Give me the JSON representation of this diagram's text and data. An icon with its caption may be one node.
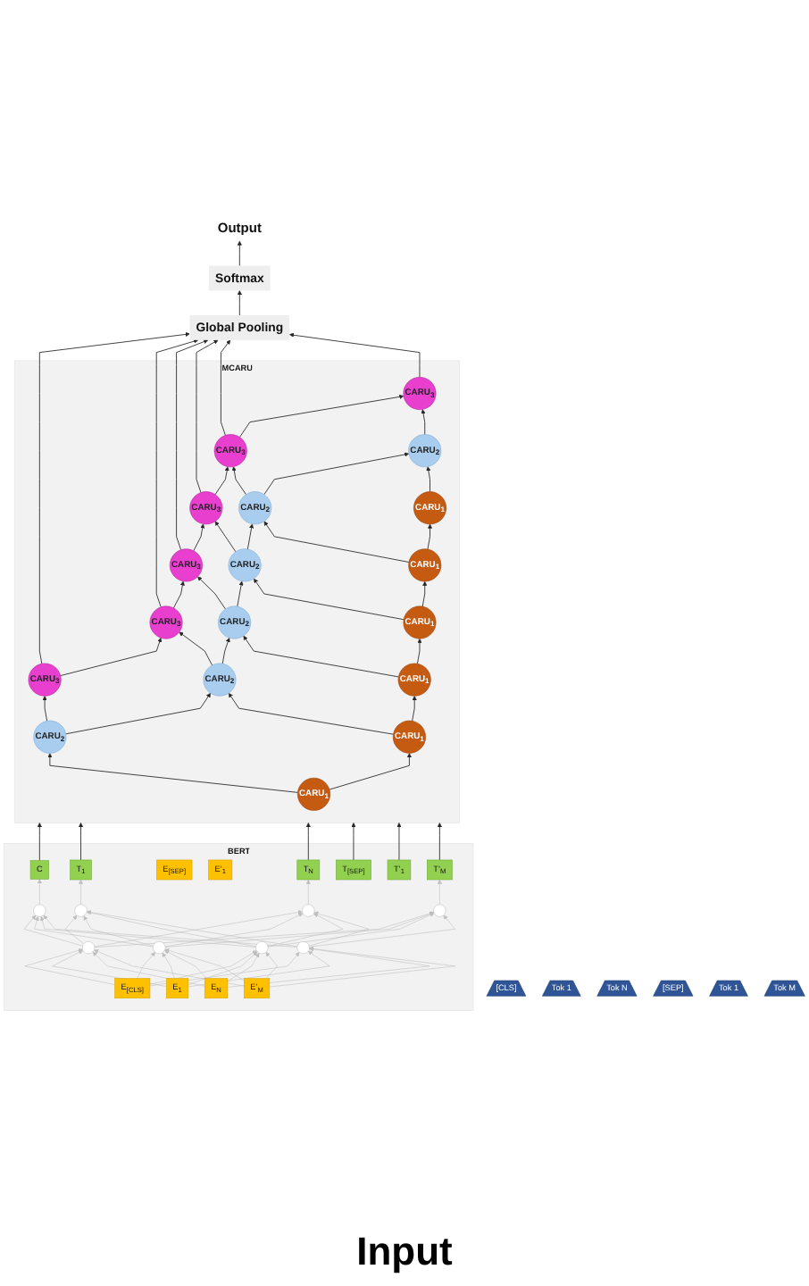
{
  "diagram": {
    "nodes": [
      {
        "text": [
          "Output"
        ]
      },
      {
        "text": [
          "Softmax"
        ]
      },
      {
        "text": [
          "Global Pooling"
        ]
      },
      {
        "text": [
          "MCARU"
        ]
      },
      {
        "text": [
          "CARU$_{3}$"
        ],
        "in": 3
      },
      {
        "text": [
          "CARU$_{3}$"
        ],
        "in": 3
      },
      {
        "text": [
          "CARU$_{3}$"
        ],
        "in": 3
      },
      {
        "text": [
          "CARU$_{3}$"
        ],
        "in": 3
      },
      {
        "text": [
          "CARU$_{3}$"
        ],
        "in": 3
      },
      {
        "text": [
          "CARU$_{3}$"
        ],
        "in": 3
      },
      {
        "text": [
          "CARU$_{2}$"
        ],
        "in": 3
      },
      {
        "text": [
          "CARU$_{2}$"
        ],
        "in": 3
      },
      {
        "text": [
          "CARU$_{2}$"
        ],
        "in": 3
      },
      {
        "text": [
          "CARU$_{2}$"
        ],
        "in": 3
      },
      {
        "text": [
          "CARU$_{2}$"
        ],
        "in": 3
      },
      {
        "text": [
          "CARU$_{2}$"
        ],
        "in": 3
      },
      {
        "text": [
          "CARU$_{1}$"
        ],
        "in": 3
      },
      {
        "text": [
          "CARU$_{1}$"
        ],
        "in": 3
      },
      {
        "text": [
          "CARU$_{1}$"
        ],
        "in": 3
      },
      {
        "text": [
          "CARU$_{1}$"
        ],
        "in": 3
      },
      {
        "text": [
          "CARU$_{1}$"
        ],
        "in": 3
      },
      {
        "text": [
          "CARU$_{1}$"
        ],
        "in": 3
      },
      {
        "text": [
          "BERT"
        ]
      },
      {
        "text": [
          "C"
        ],
        "in": 22
      },
      {
        "text": [
          "T$_{1}$"
        ],
        "in": 22
      },
      {
        "text": [
          "T$_{N}$"
        ],
        "in": 22
      },
      {
        "text": [
          "T$_{[SEP]}$"
        ],
        "in": 22
      },
      {
        "text": [
          "T’$_{1}$"
        ],
        "in": 22
      },
      {
        "text": [
          "T’$_{M}$"
        ],
        "in": 22
      },
      {
        "text": [],
        "shape": "circle",
        "in": 22
      },
      {
        "text": [],
        "shape": "circle",
        "in": 22
      },
      {
        "text": [],
        "shape": "circle",
        "in": 22
      },
      {
        "text": [],
        "shape": "circle",
        "in": 22
      },
      {
        "text": [],
        "shape": "circle",
        "in": 22
      },
      {
        "text": [],
        "shape": "circle",
        "in": 22
      },
      {
        "text": [],
        "shape": "circle",
        "in": 22
      },
      {
        "text": [],
        "shape": "circle",
        "in": 22
      },
      {
        "text": [
          "E$_{[CLS]}$"
        ],
        "in": 22
      },
      {
        "text": [
          "E$_{1}$"
        ],
        "in": 22
      },
      {
        "text": [
          "E$_{N}$"
        ],
        "in": 22
      },
      {
        "text": [
          "E$_{[SEP]}$"
        ],
        "in": 22
      },
      {
        "text": [
          "E’$_{1}$"
        ],
        "in": 22
      },
      {
        "text": [
          "E’$_{M}$"
        ],
        "in": 22
      },
      {
        "text": [
          "[CLS]"
        ]
      },
      {
        "text": [
          "Tok 1"
        ]
      },
      {
        "text": [
          "Tok N"
        ]
      },
      {
        "text": [
          "[SEP]"
        ]
      },
      {
        "text": [
          "Tok 1"
        ]
      },
      {
        "text": [
          "Tok M"
        ]
      }
    ],
    "edges": [
      {
        "from": 1,
        "to": 0,
        "arrow": "to"
      },
      {
        "from": 2,
        "to": 1,
        "arrow": "to"
      },
      {
        "from": 4,
        "to": 2,
        "arrow": "to"
      },
      {
        "from": 5,
        "to": 2,
        "arrow": "to"
      },
      {
        "from": 6,
        "to": 2,
        "arrow": "to"
      },
      {
        "from": 7,
        "to": 2,
        "arrow": "to"
      },
      {
        "from": 8,
        "to": 2,
        "arrow": "to"
      },
      {
        "from": 9,
        "to": 2,
        "arrow": "to"
      },
      {
        "from": 4,
        "to": 5,
        "arrow": "to"
      },
      {
        "from": 5,
        "to": 6,
        "arrow": "to"
      },
      {
        "from": 6,
        "to": 7,
        "arrow": "to"
      },
      {
        "from": 7,
        "to": 8,
        "arrow": "to"
      },
      {
        "from": 8,
        "to": 9,
        "arrow": "to"
      },
      {
        "from": 10,
        "to": 11,
        "arrow": "to"
      },
      {
        "from": 11,
        "to": 12,
        "arrow": "to"
      },
      {
        "from": 12,
        "to": 13,
        "arrow": "to"
      },
      {
        "from": 13,
        "to": 14,
        "arrow": "to"
      },
      {
        "from": 14,
        "to": 15,
        "arrow": "to"
      },
      {
        "from": 16,
        "to": 17,
        "arrow": "to"
      },
      {
        "from": 17,
        "to": 18,
        "arrow": "to"
      },
      {
        "from": 18,
        "to": 19,
        "arrow": "to"
      },
      {
        "from": 19,
        "to": 20,
        "arrow": "to"
      },
      {
        "from": 20,
        "to": 21,
        "arrow": "to"
      },
      {
        "from": 10,
        "to": 4,
        "arrow": "to"
      },
      {
        "from": 11,
        "to": 5,
        "arrow": "to"
      },
      {
        "from": 12,
        "to": 6,
        "arrow": "to"
      },
      {
        "from": 13,
        "to": 7,
        "arrow": "to"
      },
      {
        "from": 14,
        "to": 8,
        "arrow": "to"
      },
      {
        "from": 15,
        "to": 9,
        "arrow": "to"
      },
      {
        "from": 16,
        "to": 10,
        "arrow": "to"
      },
      {
        "from": 17,
        "to": 11,
        "arrow": "to"
      },
      {
        "from": 18,
        "to": 12,
        "arrow": "to"
      },
      {
        "from": 19,
        "to": 13,
        "arrow": "to"
      },
      {
        "from": 20,
        "to": 14,
        "arrow": "to"
      },
      {
        "from": 21,
        "to": 15,
        "arrow": "to"
      },
      {
        "from": 23,
        "to": 3,
        "arrow": "to"
      },
      {
        "from": 24,
        "to": 3,
        "arrow": "to"
      },
      {
        "from": 25,
        "to": 3,
        "arrow": "to"
      },
      {
        "from": 26,
        "to": 3,
        "arrow": "to"
      },
      {
        "from": 27,
        "to": 3,
        "arrow": "to"
      },
      {
        "from": 28,
        "to": 3,
        "arrow": "to"
      },
      {
        "from": 29,
        "to": 23,
        "arrow": "to",
        "color": "#bfbfbf"
      },
      {
        "from": 30,
        "to": 24,
        "arrow": "to",
        "color": "#bfbfbf"
      },
      {
        "from": 31,
        "to": 25,
        "arrow": "to",
        "color": "#bfbfbf"
      },
      {
        "from": 32,
        "to": 28,
        "arrow": "to",
        "color": "#bfbfbf"
      },
      {
        "from": 33,
        "to": 29,
        "arrow": "to",
        "color": "#bfbfbf"
      },
      {
        "from": 33,
        "to": 30,
        "arrow": "to",
        "color": "#bfbfbf"
      },
      {
        "from": 33,
        "to": 31,
        "arrow": "to",
        "color": "#bfbfbf"
      },
      {
        "from": 33,
        "to": 32,
        "arrow": "to",
        "color": "#bfbfbf"
      },
      {
        "from": 34,
        "to": 29,
        "arrow": "to",
        "color": "#bfbfbf"
      },
      {
        "from": 34,
        "to": 30,
        "arrow": "to",
        "color": "#bfbfbf"
      },
      {
        "from": 34,
        "to": 31,
        "arrow": "to",
        "color": "#bfbfbf"
      },
      {
        "from": 34,
        "to": 32,
        "arrow": "to",
        "color": "#bfbfbf"
      },
      {
        "from": 35,
        "to": 29,
        "arrow": "to",
        "color": "#bfbfbf"
      },
      {
        "from": 35,
        "to": 30,
        "arrow": "to",
        "color": "#bfbfbf"
      },
      {
        "from": 35,
        "to": 31,
        "arrow": "to",
        "color": "#bfbfbf"
      },
      {
        "from": 35,
        "to": 32,
        "arrow": "to",
        "color": "#bfbfbf"
      },
      {
        "from": 36,
        "to": 29,
        "arrow": "to",
        "color": "#bfbfbf"
      },
      {
        "from": 36,
        "to": 30,
        "arrow": "to",
        "color": "#bfbfbf"
      },
      {
        "from": 36,
        "to": 31,
        "arrow": "to",
        "color": "#bfbfbf"
      },
      {
        "from": 36,
        "to": 32,
        "arrow": "to",
        "color": "#bfbfbf"
      },
      {
        "from": 37,
        "to": 33,
        "arrow": "to",
        "color": "#bfbfbf"
      },
      {
        "from": 37,
        "to": 34,
        "arrow": "to",
        "color": "#bfbfbf"
      },
      {
        "from": 37,
        "to": 35,
        "arrow": "to",
        "color": "#bfbfbf"
      },
      {
        "from": 37,
        "to": 36,
        "arrow": "to",
        "color": "#bfbfbf"
      },
      {
        "from": 38,
        "to": 33,
        "arrow": "to",
        "color": "#bfbfbf"
      },
      {
        "from": 38,
        "to": 34,
        "arrow": "to",
        "color": "#bfbfbf"
      },
      {
        "from": 38,
        "to": 35,
        "arrow": "to",
        "color": "#bfbfbf"
      },
      {
        "from": 38,
        "to": 36,
        "arrow": "to",
        "color": "#bfbfbf"
      },
      {
        "from": 39,
        "to": 33,
        "arrow": "to",
        "color": "#bfbfbf"
      },
      {
        "from": 39,
        "to": 34,
        "arrow": "to",
        "color": "#bfbfbf"
      },
      {
        "from": 39,
        "to": 35,
        "arrow": "to",
        "color": "#bfbfbf"
      },
      {
        "from": 39,
        "to": 36,
        "arrow": "to",
        "color": "#bfbfbf"
      },
      {
        "from": 42,
        "to": 33,
        "arrow": "to",
        "color": "#bfbfbf"
      },
      {
        "from": 42,
        "to": 34,
        "arrow": "to",
        "color": "#bfbfbf"
      },
      {
        "from": 42,
        "to": 35,
        "arrow": "to",
        "color": "#bfbfbf"
      },
      {
        "from": 42,
        "to": 36,
        "arrow": "to",
        "color": "#bfbfbf"
      }
    ],
    "labels": [
      "Input"
    ]
  }
}
